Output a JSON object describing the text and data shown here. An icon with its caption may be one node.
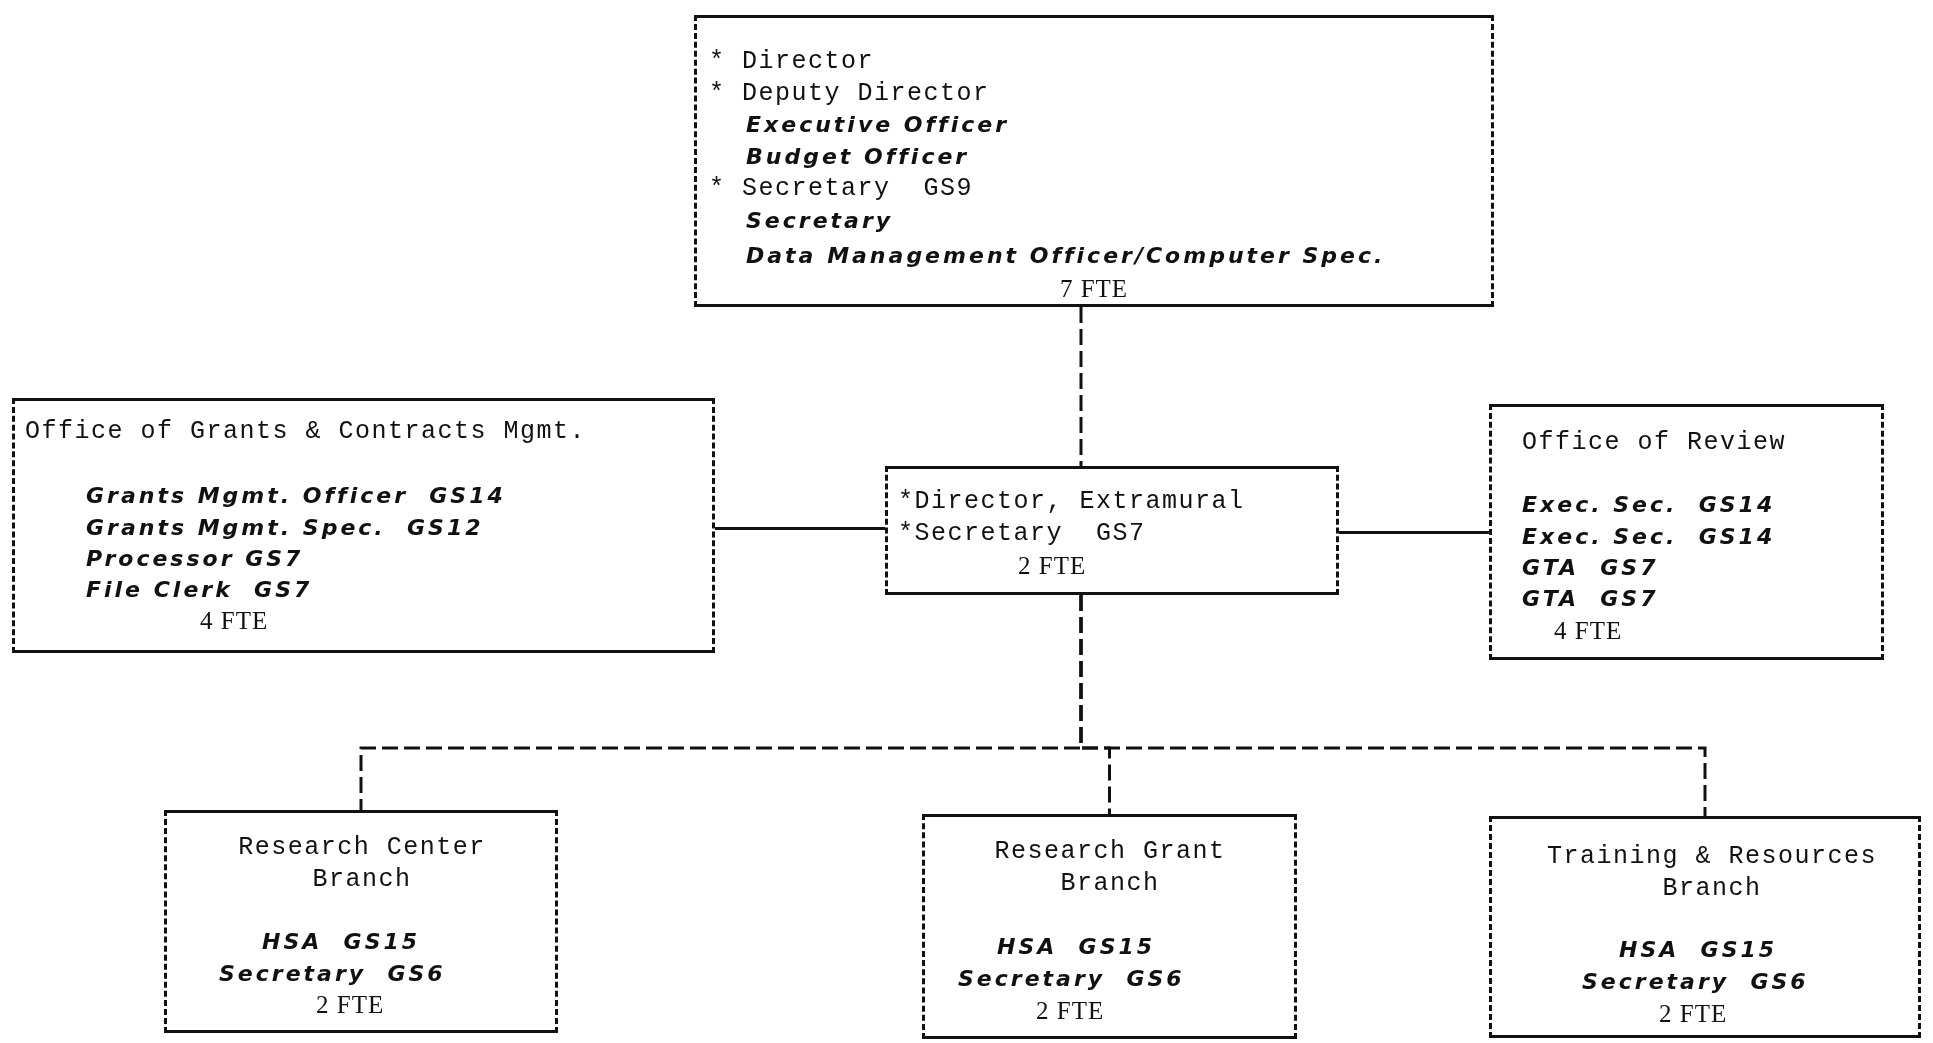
{
  "diagram": {
    "nodes": [
      {
        "text": [
          "* Director",
          "* Deputy Director",
          "Executive Officer",
          "Budget Officer",
          "* Secretary  GS9",
          "Secretary",
          "Data Management Officer/Computer Spec.",
          "7 FTE"
        ]
      },
      {
        "text": [
          "Office of Grants & Contracts Mgmt.",
          "Grants Mgmt. Officer  GS14",
          "Grants Mgmt. Spec.  GS12",
          "Processor GS7",
          "File Clerk  GS7",
          "4 FTE"
        ]
      },
      {
        "text": [
          "*Director, Extramural",
          "*Secretary  GS7",
          "2 FTE"
        ]
      },
      {
        "text": [
          "Office of Review",
          "Exec. Sec.  GS14",
          "Exec. Sec.  GS14",
          "GTA  GS7",
          "GTA  GS7",
          "4 FTE"
        ]
      },
      {
        "text": [
          "Research Center Branch",
          "HSA  GS15",
          "Secretary  GS6",
          "2 FTE"
        ]
      },
      {
        "text": [
          "Research Grant Branch",
          "HSA  GS15",
          "Secretary  GS6",
          "2 FTE"
        ]
      },
      {
        "text": [
          "Training & Resources Branch",
          "HSA  GS15",
          "Secretary  GS6",
          "2 FTE"
        ]
      }
    ],
    "edges": [
      {
        "from": 0,
        "to": 2,
        "arrow": "none",
        "style": "dashed"
      },
      {
        "from": 2,
        "to": 1,
        "arrow": "none"
      },
      {
        "from": 2,
        "to": 3,
        "arrow": "none"
      },
      {
        "from": 2,
        "to": 4,
        "arrow": "none",
        "style": "dashed"
      },
      {
        "from": 2,
        "to": 5,
        "arrow": "none",
        "style": "dashed"
      },
      {
        "from": 2,
        "to": 6,
        "arrow": "none",
        "style": "dashed"
      }
    ]
  }
}
